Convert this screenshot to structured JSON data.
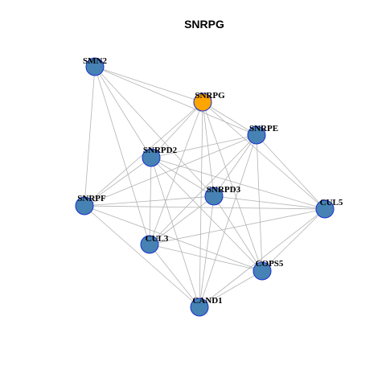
{
  "title": "SNRPG",
  "colors": {
    "node_default": "#4682b4",
    "node_focus": "#ffa500",
    "node_border": "#1a2fd0",
    "edge": "#b3b3b3"
  },
  "nodes": [
    {
      "id": "SMN2",
      "label": "SMN2",
      "focus": false
    },
    {
      "id": "SNRPG",
      "label": "SNRPG",
      "focus": true
    },
    {
      "id": "SNRPE",
      "label": "SNRPE",
      "focus": false
    },
    {
      "id": "SNRPD2",
      "label": "SNRPD2",
      "focus": false
    },
    {
      "id": "SNRPD3",
      "label": "SNRPD3",
      "focus": false
    },
    {
      "id": "SNRPF",
      "label": "SNRPF",
      "focus": false
    },
    {
      "id": "CUL5",
      "label": "CUL5",
      "focus": false
    },
    {
      "id": "CUL3",
      "label": "CUL3",
      "focus": false
    },
    {
      "id": "COPS5",
      "label": "COPS5",
      "focus": false
    },
    {
      "id": "CAND1",
      "label": "CAND1",
      "focus": false
    }
  ],
  "edges": [
    [
      "SMN2",
      "SNRPG"
    ],
    [
      "SMN2",
      "SNRPE"
    ],
    [
      "SMN2",
      "SNRPD2"
    ],
    [
      "SMN2",
      "SNRPD3"
    ],
    [
      "SMN2",
      "SNRPF"
    ],
    [
      "SMN2",
      "CUL3"
    ],
    [
      "SNRPG",
      "SNRPE"
    ],
    [
      "SNRPG",
      "SNRPD2"
    ],
    [
      "SNRPG",
      "SNRPD3"
    ],
    [
      "SNRPG",
      "SNRPF"
    ],
    [
      "SNRPG",
      "CUL5"
    ],
    [
      "SNRPG",
      "CUL3"
    ],
    [
      "SNRPG",
      "COPS5"
    ],
    [
      "SNRPG",
      "CAND1"
    ],
    [
      "SNRPE",
      "SNRPD2"
    ],
    [
      "SNRPE",
      "SNRPD3"
    ],
    [
      "SNRPE",
      "SNRPF"
    ],
    [
      "SNRPE",
      "CUL5"
    ],
    [
      "SNRPE",
      "CUL3"
    ],
    [
      "SNRPE",
      "COPS5"
    ],
    [
      "SNRPE",
      "CAND1"
    ],
    [
      "SNRPD2",
      "SNRPD3"
    ],
    [
      "SNRPD2",
      "SNRPF"
    ],
    [
      "SNRPD2",
      "CUL5"
    ],
    [
      "SNRPD2",
      "CUL3"
    ],
    [
      "SNRPD2",
      "COPS5"
    ],
    [
      "SNRPD2",
      "CAND1"
    ],
    [
      "SNRPD3",
      "SNRPF"
    ],
    [
      "SNRPD3",
      "CUL5"
    ],
    [
      "SNRPD3",
      "CUL3"
    ],
    [
      "SNRPD3",
      "COPS5"
    ],
    [
      "SNRPD3",
      "CAND1"
    ],
    [
      "SNRPF",
      "CUL5"
    ],
    [
      "SNRPF",
      "COPS5"
    ],
    [
      "SNRPF",
      "CAND1"
    ],
    [
      "CUL5",
      "CUL3"
    ],
    [
      "CUL5",
      "COPS5"
    ],
    [
      "CUL5",
      "CAND1"
    ],
    [
      "CUL3",
      "COPS5"
    ],
    [
      "CUL3",
      "CAND1"
    ],
    [
      "COPS5",
      "CAND1"
    ]
  ]
}
